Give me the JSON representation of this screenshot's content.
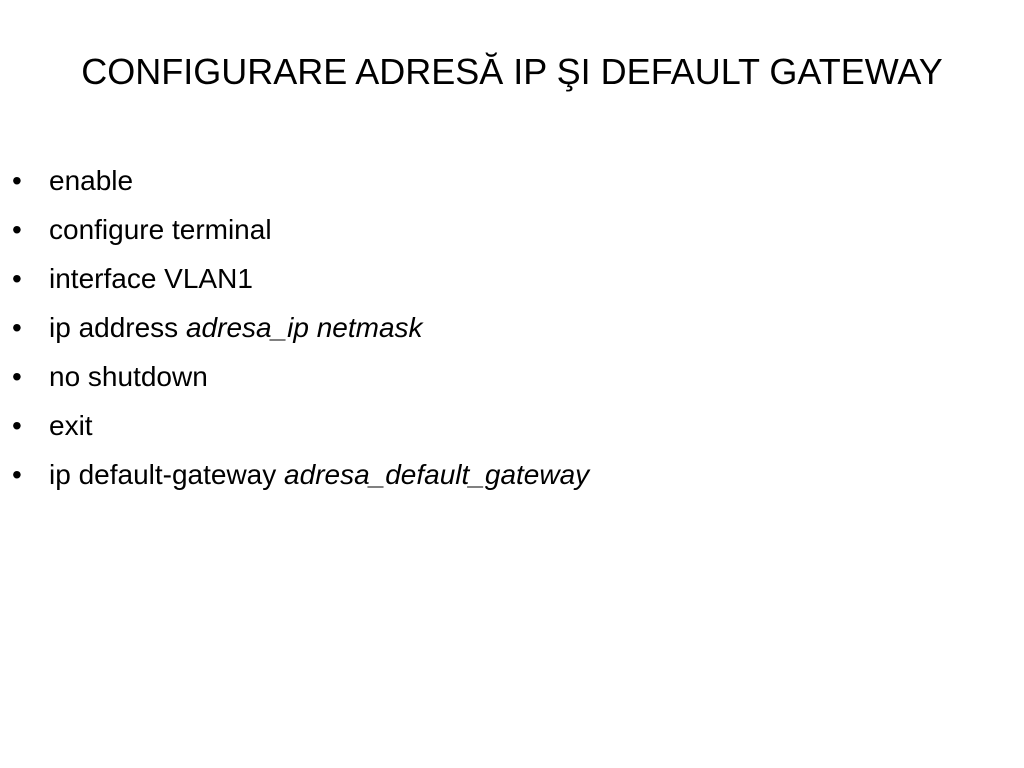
{
  "slide": {
    "title": "CONFIGURARE ADRESĂ IP ŞI DEFAULT GATEWAY",
    "bullet_glyph": "•",
    "items": [
      {
        "command": "enable",
        "argument": ""
      },
      {
        "command": "configure terminal",
        "argument": ""
      },
      {
        "command": "interface VLAN1",
        "argument": ""
      },
      {
        "command": "ip address",
        "argument": "adresa_ip netmask"
      },
      {
        "command": "no shutdown",
        "argument": ""
      },
      {
        "command": "exit",
        "argument": ""
      },
      {
        "command": "ip default-gateway",
        "argument": "adresa_default_gateway"
      }
    ]
  },
  "colors": {
    "background": "#ffffff",
    "text": "#000000"
  }
}
